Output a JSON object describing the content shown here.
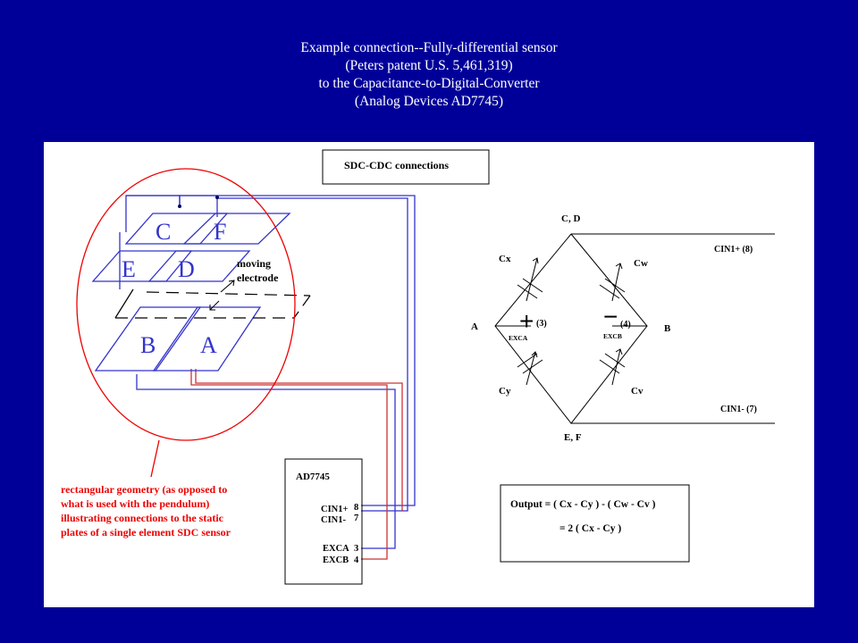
{
  "title": {
    "line1": "Example connection--Fully-differential sensor",
    "line2": "(Peters patent U.S. 5,461,319)",
    "line3": "to the Capacitance-to-Digital-Converter",
    "line4": "(Analog Devices AD7745)"
  },
  "diagram": {
    "box_label": "SDC-CDC connections",
    "plates": {
      "c": "C",
      "f": "F",
      "e": "E",
      "d": "D",
      "b": "B",
      "a": "A"
    },
    "moving_line1": "moving",
    "moving_line2": "electrode",
    "red_note": [
      "rectangular geometry (as opposed to",
      "what is used with the pendulum)",
      "illustrating connections to the static",
      "plates of a single element SDC sensor"
    ],
    "chip": {
      "name": "AD7745",
      "pin_cin1p": "CIN1+",
      "pin_cin1m": "CIN1-",
      "pin_excaname": "EXCA",
      "pin_excbname": "EXCB",
      "num_8": "8",
      "num_7": "7",
      "num_3": "3",
      "num_4": "4"
    },
    "bridge": {
      "top": "C, D",
      "bottom": "E, F",
      "left": "A",
      "right": "B",
      "cx": "Cx",
      "cw": "Cw",
      "cy": "Cy",
      "cv": "Cv",
      "plus": "+",
      "minus": "−",
      "num3": "(3)",
      "num4": "(4)",
      "exca": "EXCA",
      "excb": "EXCB",
      "cin1p": "CIN1+ (8)",
      "cin1m": "CIN1- (7)"
    },
    "output": {
      "line1": "Output = ( Cx - Cy ) - ( Cw - Cv )",
      "line2": "= 2 ( Cx - Cy )"
    }
  },
  "colors": {
    "background": "#000099",
    "wire_blue": "#3333cc",
    "wire_red": "#cc3333",
    "note_red": "#ee0000"
  }
}
